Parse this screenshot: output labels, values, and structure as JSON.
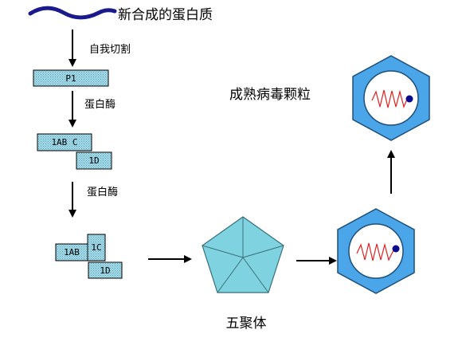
{
  "labels": {
    "new_protein": "新合成的蛋白质",
    "self_cleavage": "自我切割",
    "protease_1": "蛋白酶",
    "protease_2": "蛋白酶",
    "mature_virion": "成熟病毒颗粒",
    "pentamer": "五聚体"
  },
  "boxes": {
    "p1": "P1",
    "ab_c": "1AB C",
    "d_top": "1D",
    "ab": "1AB",
    "c": "1C",
    "d_bottom": "1D"
  },
  "colors": {
    "wave": "#1a1a8c",
    "box_fill": "#9fd8e6",
    "pentagon_fill": "#7fd3e0",
    "hexagon_fill": "#4aa6e8",
    "circle_fill": "#ffffff",
    "rna_line": "#e02020",
    "dot": "#0a0a8c",
    "arrow": "#000000"
  },
  "icons": {
    "wave": "wavy-line-icon",
    "arrow": "arrow-icon",
    "virion": "hexagon-virion-icon",
    "pentamer": "pentagon-icon"
  }
}
